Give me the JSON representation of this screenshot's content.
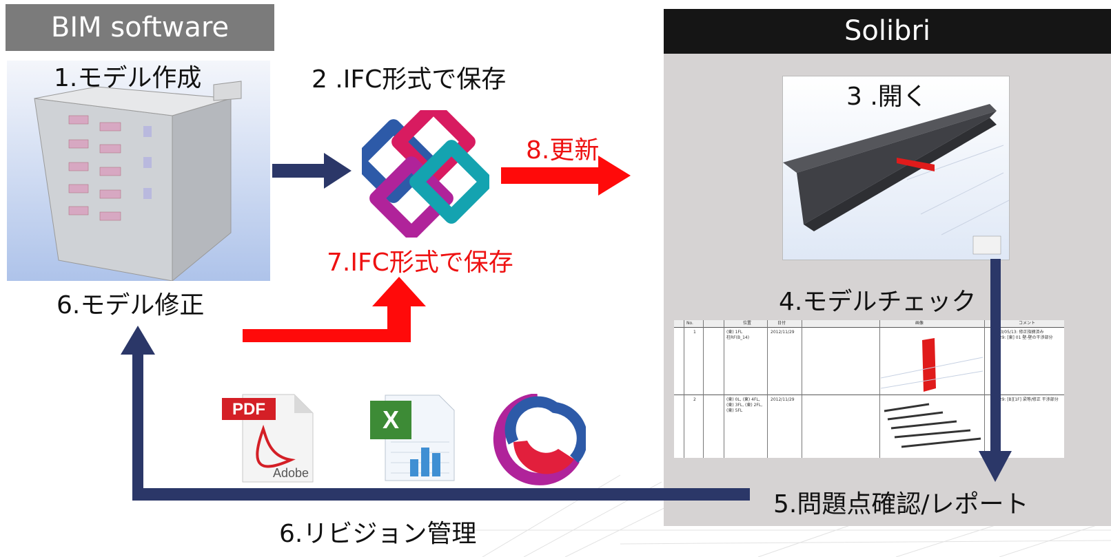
{
  "headers": {
    "bim": "BIM software",
    "solibri": "Solibri"
  },
  "steps": {
    "create_model": "1.モデル作成",
    "save_ifc": "2 .IFC形式で保存",
    "open": "3 .開く",
    "model_check": "4.モデルチェック",
    "review_report": "5.問題点確認/レポート",
    "fix_model": "6.モデル修正",
    "revision_mgmt": "6.リビジョン管理",
    "save_ifc_again": "7.IFC形式で保存",
    "update": "8.更新"
  },
  "pdf_icon": {
    "badge": "PDF",
    "brand": "Adobe"
  },
  "report": {
    "columns": [
      "No.",
      "",
      "位置",
      "日付",
      "",
      "画像",
      "コメント"
    ],
    "rows": [
      {
        "no": "1",
        "loc": "(東) 1FL\n柱RF(B_14)",
        "date": "2012/11/29",
        "comment": "2013/05/13: 修正指摘済み\n11/29: [東] 01 壁-壁の干渉部分"
      },
      {
        "no": "2",
        "loc": "(東) 0L, (東) 4FL,\n(東) 3FL, (東) 2FL,\n(東) 5FL",
        "date": "2012/11/29",
        "comment": "11/29: [B][1F] 梁等/修正 干渉部分"
      }
    ]
  },
  "colors": {
    "navy": "#2b3768",
    "red": "#ff0a0a",
    "header_gray": "#7b7b7b",
    "header_black": "#151515",
    "panel": "#d6d3d3"
  }
}
